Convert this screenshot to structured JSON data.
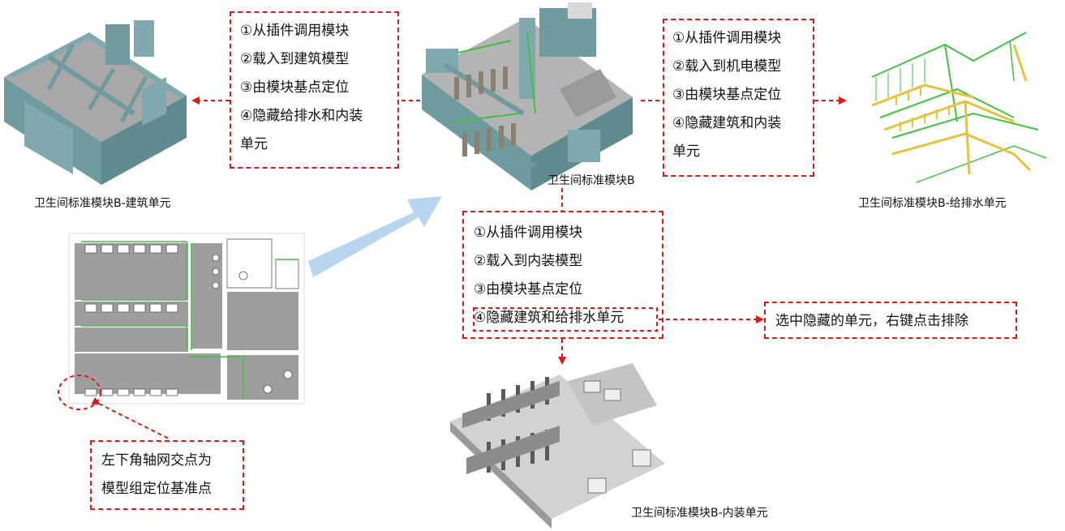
{
  "captions": {
    "arch": "卫生间标准模块B-建筑单元",
    "center": "卫生间标准模块B",
    "mep": "卫生间标准模块B-给排水单元",
    "interior": "卫生间标准模块B-内装单元"
  },
  "box_arch": {
    "l1": "①从插件调用模块",
    "l2": "②载入到建筑模型",
    "l3": "③由模块基点定位",
    "l4": "④隐藏给排水和内装",
    "l5": "单元"
  },
  "box_mep": {
    "l1": "①从插件调用模块",
    "l2": "②载入到机电模型",
    "l3": "③由模块基点定位",
    "l4": "④隐藏建筑和内装",
    "l5": "单元"
  },
  "box_interior": {
    "l1": "①从插件调用模块",
    "l2": "②载入到内装模型",
    "l3": "③由模块基点定位",
    "l4": "④隐藏建筑和给排水单元"
  },
  "box_exclude": {
    "text": "选中隐藏的单元，右键点击排除"
  },
  "box_origin": {
    "l1": "左下角轴网交点为",
    "l2": "模型组定位基准点"
  },
  "colors": {
    "dashed": "#e01818",
    "wall": "#6f9a9e",
    "floor": "#a9a9a9",
    "pipe_green": "#3fc23f",
    "pipe_yellow": "#e3c43a",
    "arrow": "#b7d5ee"
  }
}
